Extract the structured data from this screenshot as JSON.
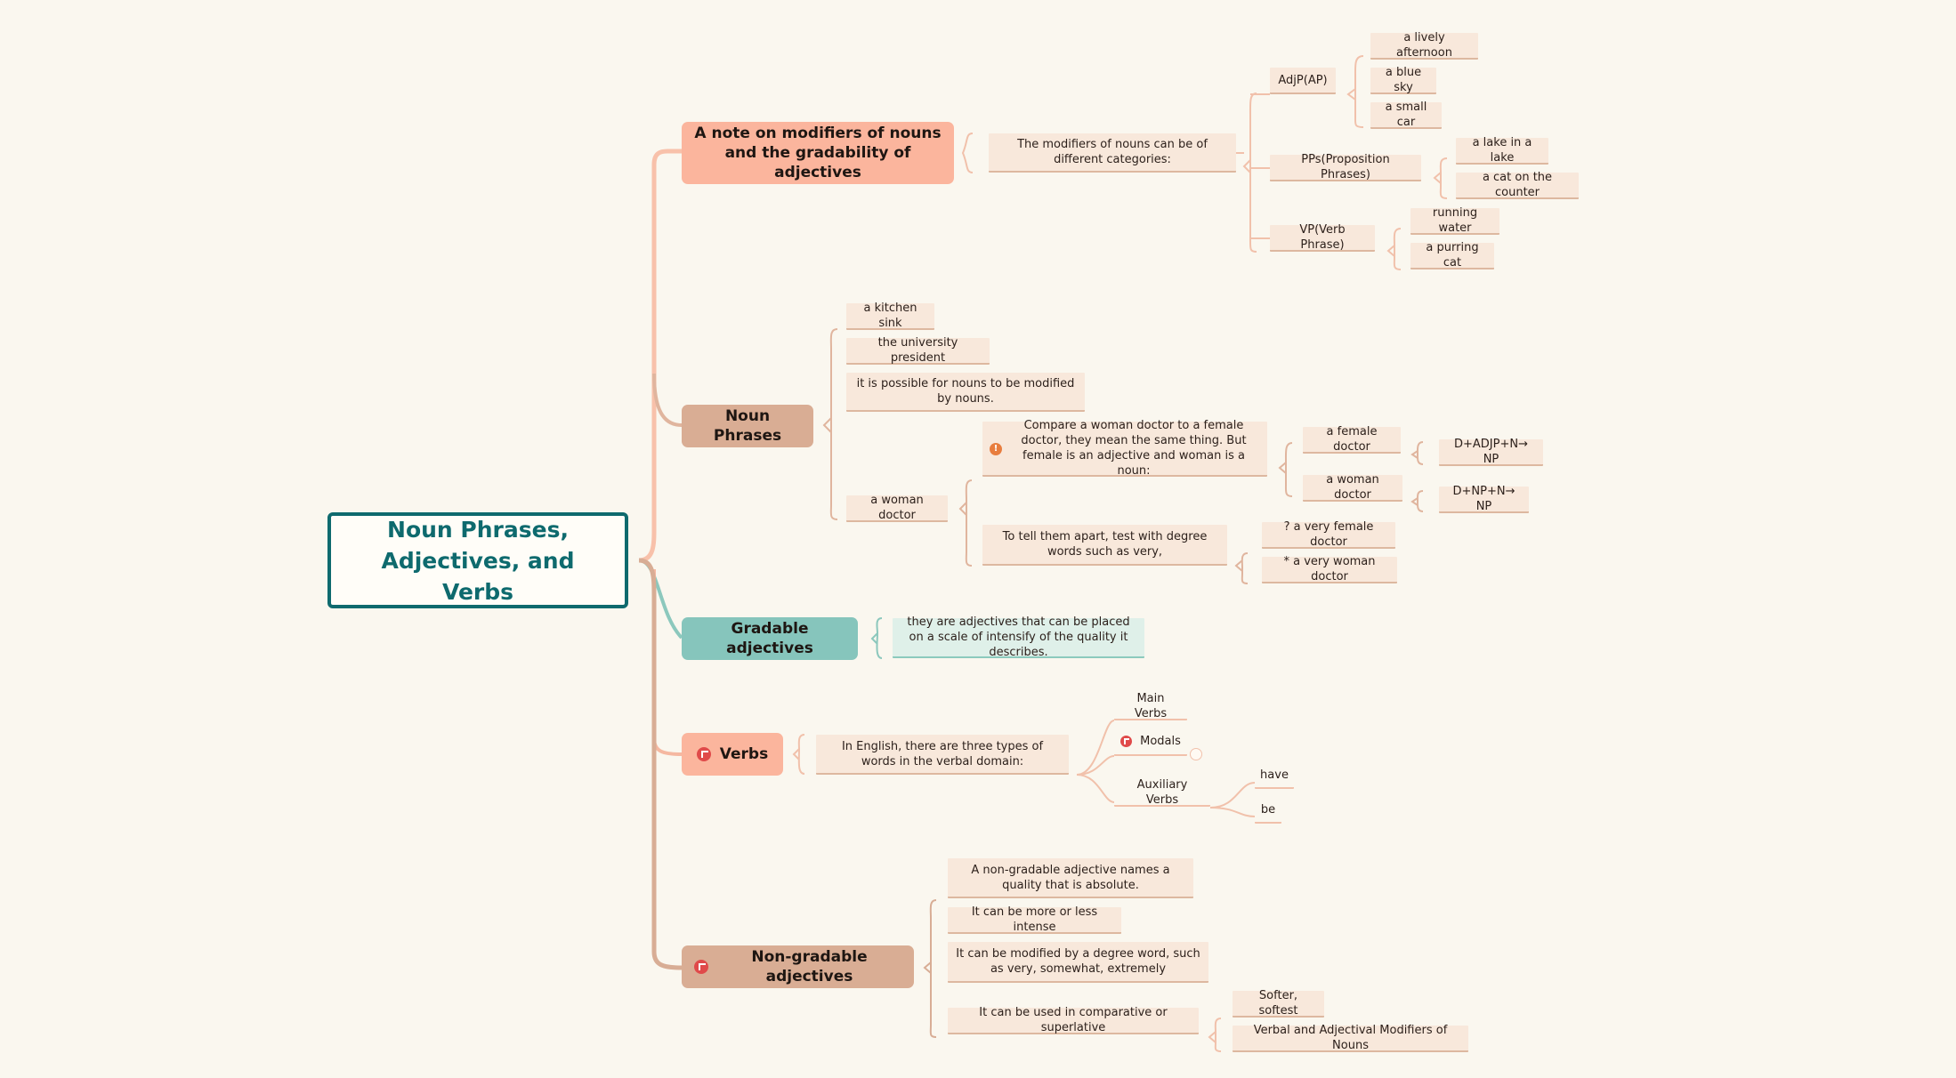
{
  "root": {
    "title": "Noun Phrases, Adjectives, and Verbs"
  },
  "colors": {
    "root_border": "#0e6a6e",
    "salmon": "#fbb59d",
    "tan": "#d9ad94",
    "teal": "#86c5bc",
    "leaf": "#f8e8db",
    "connector": "#f1c1ab"
  },
  "branches": {
    "modifiers": {
      "title": "A note on modifiers of nouns and the gradability of adjectives",
      "intro": "The modifiers of nouns can be of different categories:",
      "adjp": {
        "label": "AdjP(AP)",
        "items": [
          "a lively afternoon",
          "a blue sky",
          "a small car"
        ]
      },
      "pps": {
        "label": "PPs(Proposition Phrases)",
        "items": [
          "a lake in a lake",
          "a cat on the counter"
        ]
      },
      "vp": {
        "label": "VP(Verb Phrase)",
        "items": [
          "running water",
          "a purring cat"
        ]
      }
    },
    "noun_phrases": {
      "title": "Noun Phrases",
      "items": [
        "a kitchen sink",
        "the university president",
        "it is possible for nouns to be modified by nouns."
      ],
      "woman_doctor": {
        "label": "a woman doctor",
        "compare": "Compare a woman doctor to a female doctor, they mean the same thing. But female is an adjective and woman is a noun:",
        "female_doctor": "a female doctor",
        "female_rule": "D+ADJP+N→ NP",
        "woman_doctor": "a woman doctor",
        "woman_rule": "D+NP+N→ NP",
        "test": "To tell them apart, test with degree words such as very,",
        "test_items": [
          "? a very female doctor",
          "* a very woman doctor"
        ]
      }
    },
    "gradable": {
      "title": "Gradable adjectives",
      "description": "they are adjectives that can be placed on a scale of intensify of the quality it describes."
    },
    "verbs": {
      "title": "Verbs",
      "intro": "In English, there are three types of words in the verbal domain:",
      "main_verbs": "Main Verbs",
      "modals": "Modals",
      "auxiliary": "Auxiliary Verbs",
      "auxiliary_items": [
        "have",
        "be"
      ]
    },
    "non_gradable": {
      "title": "Non-gradable adjectives",
      "items": [
        "A non-gradable adjective names a quality that is absolute.",
        "It can be more or less intense",
        "It can be modified by a degree word, such as very, somewhat, extremely",
        "It can be used in comparative or superlative"
      ],
      "comparative_items": [
        "Softer, softest",
        "Verbal and Adjectival Modifiers of Nouns"
      ]
    }
  }
}
